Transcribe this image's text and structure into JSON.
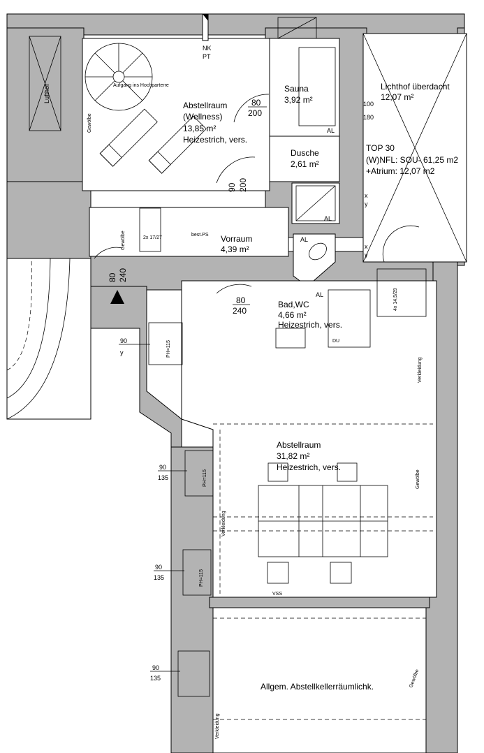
{
  "rooms": [
    {
      "name": "Abstellraum",
      "sub": "(Wellness)",
      "area": "13,85 m²",
      "note": "Heizestrich, vers."
    },
    {
      "name": "Sauna",
      "area": "3,92 m²"
    },
    {
      "name": "Dusche",
      "area": "2,61 m²"
    },
    {
      "name": "Vorraum",
      "area": "4,39 m²"
    },
    {
      "name": "Bad,WC",
      "area": "4,66 m²",
      "note": "Heizestrich, vers."
    },
    {
      "name": "Abstellraum",
      "area": "31,82 m²",
      "note": "Heizestrich, vers."
    },
    {
      "name": "Lichthof überdacht",
      "area": "12,07 m²"
    },
    {
      "name": "Allgem. Abstellkellerräumlichk."
    }
  ],
  "top_info": {
    "line1": "TOP 30",
    "line2": "(W)NFL: SOU- 61,25 m2",
    "line3": "+Atrium: 12,07 m2"
  },
  "level_marker": {
    "line1": "NK",
    "line2": "PT"
  },
  "doors": [
    {
      "w": "80",
      "h": "200"
    },
    {
      "w": "90",
      "h": "200"
    },
    {
      "w": "80",
      "h": "240"
    },
    {
      "w": "80",
      "h": "240"
    },
    {
      "w": "100",
      "h": "180"
    }
  ],
  "windows": [
    {
      "w": "90",
      "h": "y",
      "ph": "PH=115"
    },
    {
      "w": "90",
      "h": "135",
      "ph": "PH=115"
    },
    {
      "w": "90",
      "h": "135",
      "ph": "PH=115"
    },
    {
      "w": "90",
      "h": "135"
    }
  ],
  "labels": {
    "lufthof": "Lufthof",
    "stair_note": "Aufgang ins Hochparterre",
    "gewolbe": "Gewölbe",
    "verkleidung": "Verkleidung",
    "al": "AL",
    "du": "DU",
    "bestps": "best.PS",
    "vss": "VSS",
    "x": "x",
    "y": "y",
    "stair_small": "4x 14,5/29",
    "stair_small2": "2x 17/27"
  }
}
